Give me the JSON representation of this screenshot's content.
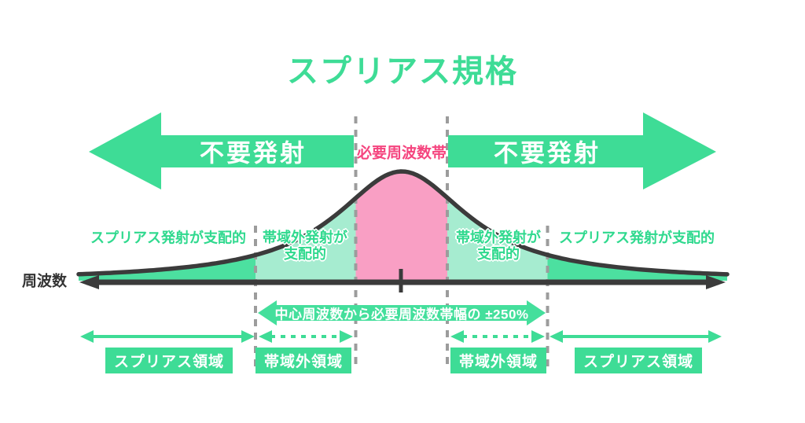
{
  "title": "スプリアス規格",
  "big_arrows": {
    "left_label": "不要発射",
    "right_label": "不要発射"
  },
  "center_band_label": "必要周波数帯",
  "curve_labels": {
    "left_spurious": "スプリアス発射が支配的",
    "left_oob": "帯域外発射が\n支配的",
    "right_oob": "帯域外発射が\n支配的",
    "right_spurious": "スプリアス発射が支配的"
  },
  "axis_label": "周波数",
  "bandwidth_label": "中心周波数から必要周波数帯幅の ±250%",
  "region_badges": {
    "left_spurious": "スプリアス領域",
    "left_oob": "帯域外領域",
    "right_oob": "帯域外領域",
    "right_spurious": "スプリアス領域"
  },
  "colors": {
    "green_main": "#3edc96",
    "green_mid_fill": "#4ce0a0",
    "green_light_fill": "#a6ecd0",
    "pink_fill": "#f99fc4",
    "pink_text": "#f5457f",
    "curve_dark": "#3b3b3b",
    "dash_gray": "#9c9c9c"
  }
}
